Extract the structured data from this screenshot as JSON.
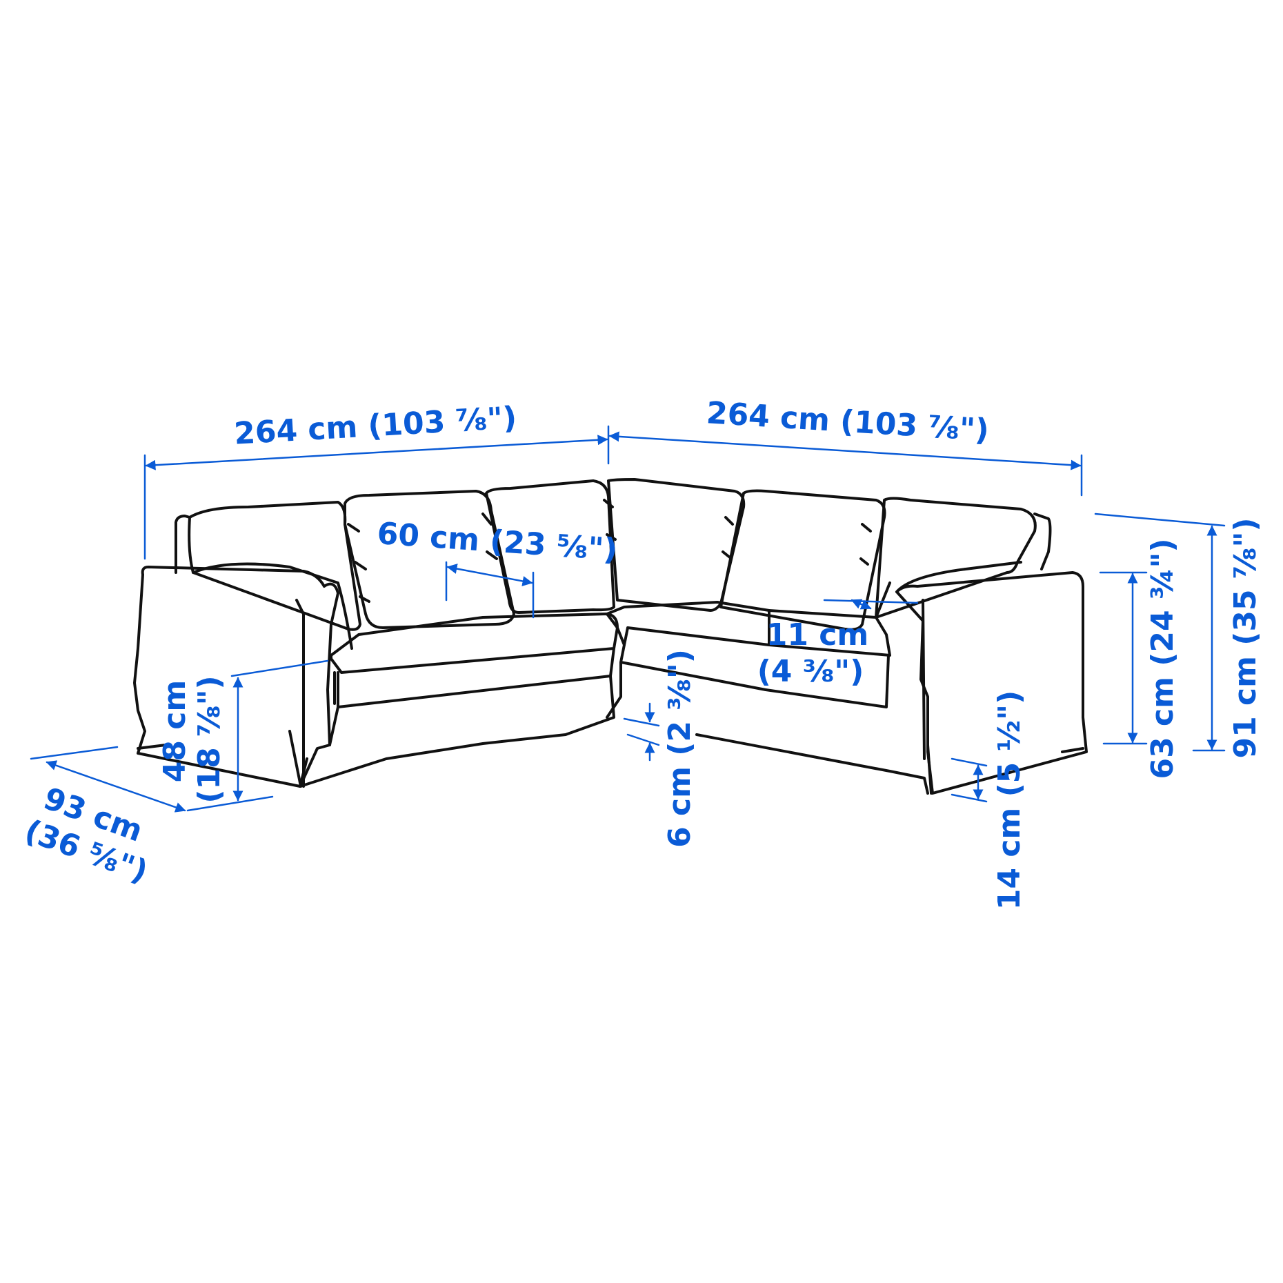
{
  "dimensions": {
    "left_width": "264 cm (103 ⅞\")",
    "right_width": "264 cm (103 ⅞\")",
    "seat_width_line1": "60 cm (23 ⅝\")",
    "armrest_width_line1": "11 cm",
    "armrest_width_line2": "(4 ⅜\")",
    "back_height": "91 cm (35 ⅞\")",
    "arm_height": "63 cm (24 ¾\")",
    "seat_height_line1": "48 cm",
    "seat_height_line2": "(18 ⅞\")",
    "depth_line1": "93 cm",
    "depth_line2": "(36 ⅝\")",
    "cushion_gap": "6 cm (2 ⅜\")",
    "floor_clearance": "14 cm (5 ½\")"
  },
  "colors": {
    "dimension": "#0a5bd6",
    "outline": "#111111",
    "background": "#ffffff"
  }
}
